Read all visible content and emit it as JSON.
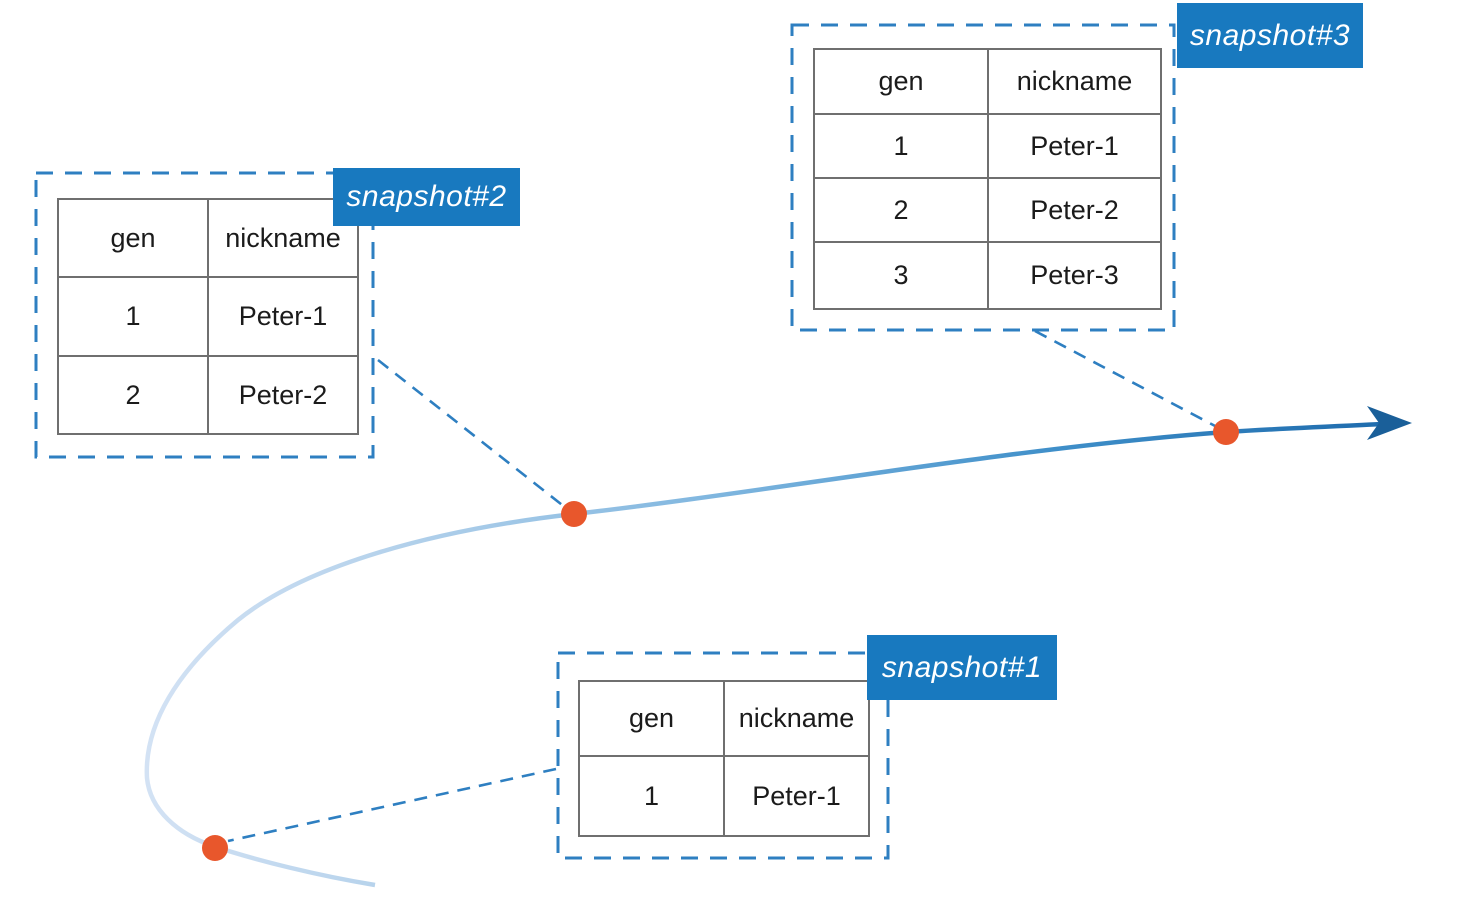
{
  "colors": {
    "badge_blue": "#1879bf",
    "dashed_blue": "#2e7fc1",
    "table_border": "#6f6f6f",
    "dot_orange": "#e8572c",
    "arrowhead_blue": "#1a5f99",
    "curve_stop_light": "#d3e2f4",
    "curve_stop_1": "#b7d3ec",
    "curve_stop_2": "#7fb6df",
    "curve_stop_3": "#3f8fc9",
    "curve_stop_dark": "#1c69ab"
  },
  "snapshots": [
    {
      "label": "snapshot#1",
      "headers": [
        "gen",
        "nickname"
      ],
      "rows": [
        [
          "1",
          "Peter-1"
        ]
      ]
    },
    {
      "label": "snapshot#2",
      "headers": [
        "gen",
        "nickname"
      ],
      "rows": [
        [
          "1",
          "Peter-1"
        ],
        [
          "2",
          "Peter-2"
        ]
      ]
    },
    {
      "label": "snapshot#3",
      "headers": [
        "gen",
        "nickname"
      ],
      "rows": [
        [
          "1",
          "Peter-1"
        ],
        [
          "2",
          "Peter-2"
        ],
        [
          "3",
          "Peter-3"
        ]
      ]
    }
  ]
}
